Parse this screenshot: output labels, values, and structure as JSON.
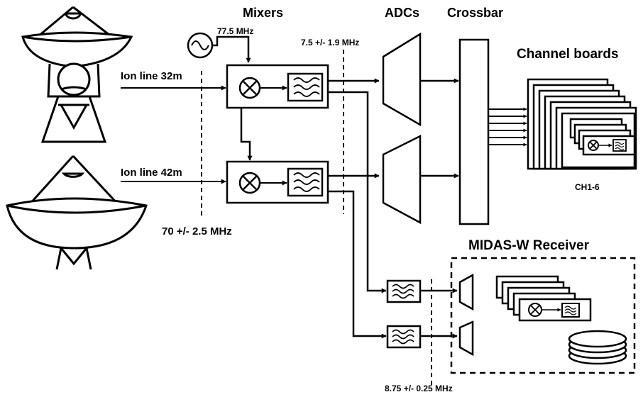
{
  "labels": {
    "mixers": "Mixers",
    "adcs": "ADCs",
    "crossbar": "Crossbar",
    "channel_boards": "Channel boards",
    "ch_range": "CH1-6",
    "midas_receiver": "MIDAS-W Receiver",
    "ion_line_1": "Ion line 32m",
    "ion_line_2": "Ion line 42m",
    "lo_freq": "77.5 MHz",
    "if1_freq": "7.5 +/- 1.9 MHz",
    "rf_freq": "70 +/- 2.5 MHz",
    "if2_freq": "8.75 +/- 0.25 MHz"
  }
}
